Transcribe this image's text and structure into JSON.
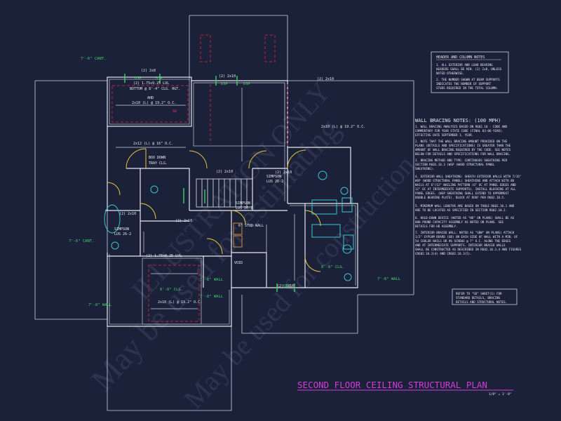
{
  "sheet": {
    "title": "SECOND FLOOR CEILING STRUCTURAL PLAN",
    "scale": "1/8\" = 1'-0\""
  },
  "header_notes": {
    "title": "HEADER AND COLUMN NOTES",
    "lines": [
      "1. ALL EXTERIOR AND LOAD BEARING",
      "HEADERS SHALL BE MIN. (2) 2x8, UNLESS",
      "NOTED OTHERWISE.",
      "2. THE NUMBER SHOWN AT BEAM SUPPORTS",
      "INDICATES THE NUMBER OF SUPPORT",
      "STUDS REQUIRED IN THE TOTAL COLUMN."
    ]
  },
  "bracing": {
    "title": "WALL BRACING NOTES: (100 MPH)",
    "lines": [
      "1. WALL BRACING ANALYSIS BASED ON R602.10 - CODE AND",
      "COMMENTARY FOR YEAR STATE CODE (FINAL 03-06-YEAR).",
      "EFFECTIVE DATE SEPTEMBER 1, YEAR.",
      "2. NOTE THAT THE WALL BRACING AMOUNT PROVIDED ON THE",
      "PLANS (DETAILS AND SPECIFICATIONS) IS GREATER THAN THE",
      "AMOUNT OF WALL BRACING REQUIRED BY THE CODE. SEE NOTES",
      "BELOW FOR DETAILS AND SPECIFICATIONS FOR WALL BRACING.",
      "3. BRACING METHOD AND TYPE: CONTINUOUS SHEATHING PER",
      "SECTION R602.10.3 (WSP (WOOD STRUCTURAL PANEL",
      "SHEATHING).",
      "4. EXTERIOR WALL SHEATHING: SHEATH EXTERIOR WALLS WITH 7/16\"",
      "WSP (WOOD STRUCTURAL PANEL) SHEATHING AND ATTACH WITH 8D",
      "NAILS AT 6\"/12\" NAILING PATTERN (6\" OC AT PANEL EDGES AND",
      "12\" OC AT INTERMEDIATE SUPPORTS). INSTALL BLOCKING AT ALL",
      "PANEL EDGES. (WSP SHEATHING SHALL EXTEND TO UPPERMOST",
      "DOUBLE BEARING PLATE). BLOCK AT ROOF PER R602.10.5.",
      "5. MINIMUM WALL LENGTHS ARE BASED ON TABLE R602.10.1 AND",
      "ARE TO BE LOCATED AS SPECIFIED IN SECTION R602.10.2.",
      "6. HOLD-DOWN DEVICE (NOTED AS \"HD\" ON PLANS) SHALL BE AS",
      "800 POUND CAPACITY ASSEMBLY AS NOTED ON PLANS. SEE",
      "DETAILS FOR HD ASSEMBLY.",
      "7. INTERIOR BRACED WALL: NOTED AS \"GBW\" ON PLANS) ATTACH",
      "1/2\" GYPSUM BOARD (GB) ON EACH SIDE OF WALL WITH A MIN. OF",
      "5d COOLER NAILS OR #6 SCREWS @ 7\" O.C. ALONG THE EDGES",
      "AND AT INTERMEDIATE SUPPORTS. INTERIOR BRACED WALLS",
      "SHALL BE CONSTRUCTED AS DESCRIBED IN R602.10.3.4 AND FIGURES",
      "CR602.10.3(4) AND CR602.10.3(5)."
    ]
  },
  "refer_note": {
    "lines": [
      "REFER TO \"SD\" SHEET(S) FOR",
      "STANDARD DETAILS, BRACING",
      "DETAILS AND STRUCTURAL NOTES."
    ]
  },
  "labels": {
    "header_2x8": "(2) 2x8",
    "header_2x10": "(2) 2x10",
    "lvl_beam": "(2) 1.75x9.25 LVL",
    "bottom_clg": "BOTTOM @ 8'-4\" CLG. HGT.",
    "ahd": "AHD",
    "joist_2x10_19": "2x10 (L) @ 19.2\" O.C.",
    "joist_2x12_16": "2x12 (L) @ 16\" O.C.",
    "box_down": "BOX DOWN",
    "tray_clg": "TRAY CLG.",
    "simpson": "SIMPSON",
    "lus_26_2": "LUS 26-2",
    "stud_wall": "6\" STUD WALL",
    "lvl_beam_2": "(2) 1.75x9.25 LVL",
    "void": "VOID",
    "cant_7_6": "7'-6\" CANT.",
    "dsp": "DSP",
    "wall_7_8": "7'-8\" WALL",
    "clg_8_8": "8'-8\" CLG.",
    "red_sd": "SD"
  },
  "watermarks": [
    "May be used for estimating",
    "May be used for construction",
    "ILLUSTRATION ONLY"
  ],
  "colors": {
    "background": "#1b2139",
    "title": "#d33cd6",
    "annotation_green": "#3fd16a",
    "beam_red": "#c2223b",
    "fixture_cyan": "#39c6d6",
    "door_yellow": "#e5c83b"
  }
}
